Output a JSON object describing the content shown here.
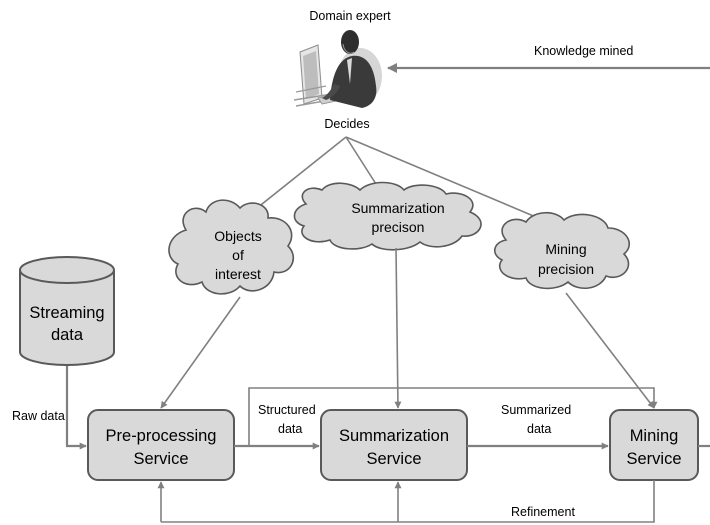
{
  "expert": {
    "label": "Domain expert",
    "decides_label": "Decides",
    "icon": "person-at-computer-icon"
  },
  "edges": {
    "knowledge_mined": "Knowledge mined",
    "raw_data": "Raw data",
    "structured_data": [
      "Structured",
      "data"
    ],
    "summarized_data": [
      "Summarized",
      "data"
    ],
    "refinement": "Refinement"
  },
  "clouds": {
    "objects": [
      "Objects",
      "of",
      "interest"
    ],
    "summarization": [
      "Summarization",
      "precison"
    ],
    "mining": [
      "Mining",
      "precision"
    ]
  },
  "source": {
    "label": [
      "Streaming",
      "data"
    ]
  },
  "services": {
    "preprocessing": [
      "Pre-processing",
      "Service"
    ],
    "summarization": [
      "Summarization",
      "Service"
    ],
    "mining": [
      "Mining",
      "Service"
    ]
  },
  "colors": {
    "shape_fill": "#d9d9d9",
    "shape_stroke": "#595959",
    "connector": "#808080"
  }
}
